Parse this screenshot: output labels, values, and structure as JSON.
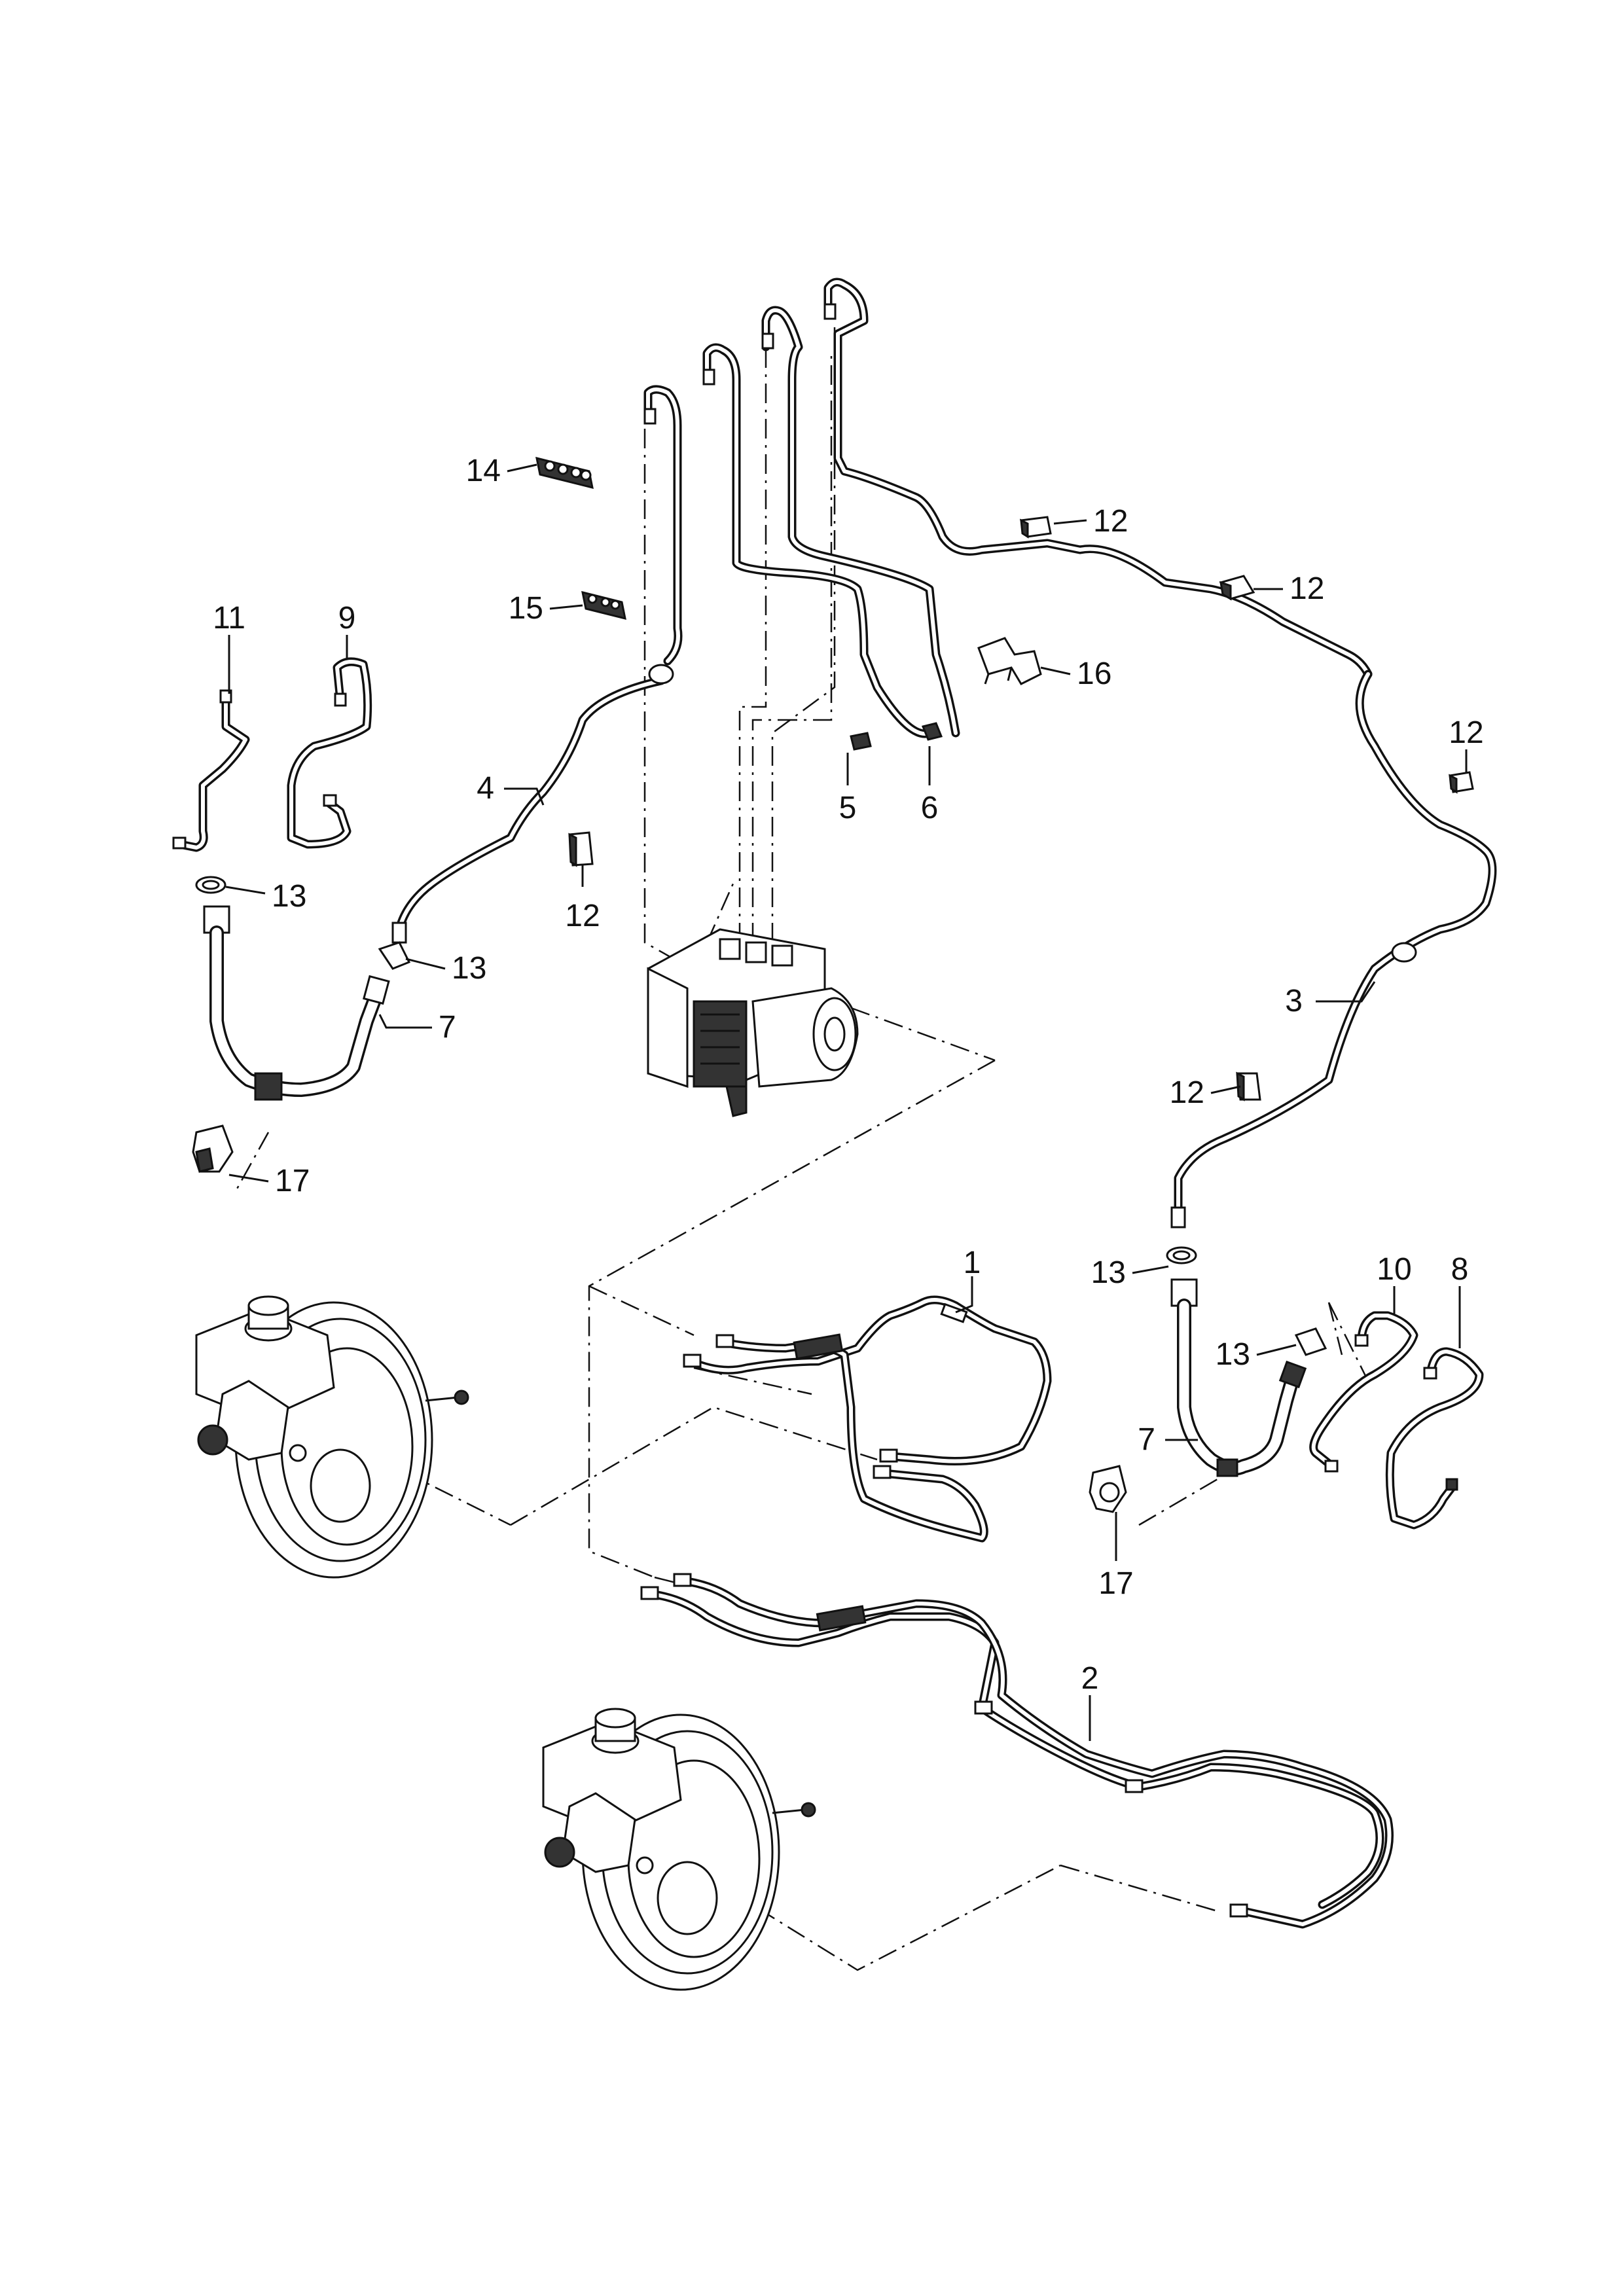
{
  "diagram": {
    "callouts": [
      {
        "id": "c1",
        "label": "1"
      },
      {
        "id": "c2",
        "label": "2"
      },
      {
        "id": "c3",
        "label": "3"
      },
      {
        "id": "c4",
        "label": "4"
      },
      {
        "id": "c5",
        "label": "5"
      },
      {
        "id": "c6",
        "label": "6"
      },
      {
        "id": "c7a",
        "label": "7"
      },
      {
        "id": "c7b",
        "label": "7"
      },
      {
        "id": "c8",
        "label": "8"
      },
      {
        "id": "c9",
        "label": "9"
      },
      {
        "id": "c10",
        "label": "10"
      },
      {
        "id": "c11",
        "label": "11"
      },
      {
        "id": "c12a",
        "label": "12"
      },
      {
        "id": "c12b",
        "label": "12"
      },
      {
        "id": "c12c",
        "label": "12"
      },
      {
        "id": "c12d",
        "label": "12"
      },
      {
        "id": "c12e",
        "label": "12"
      },
      {
        "id": "c13a",
        "label": "13"
      },
      {
        "id": "c13b",
        "label": "13"
      },
      {
        "id": "c13c",
        "label": "13"
      },
      {
        "id": "c13d",
        "label": "13"
      },
      {
        "id": "c14",
        "label": "14"
      },
      {
        "id": "c15",
        "label": "15"
      },
      {
        "id": "c16",
        "label": "16"
      },
      {
        "id": "c17a",
        "label": "17"
      },
      {
        "id": "c17b",
        "label": "17"
      }
    ]
  }
}
